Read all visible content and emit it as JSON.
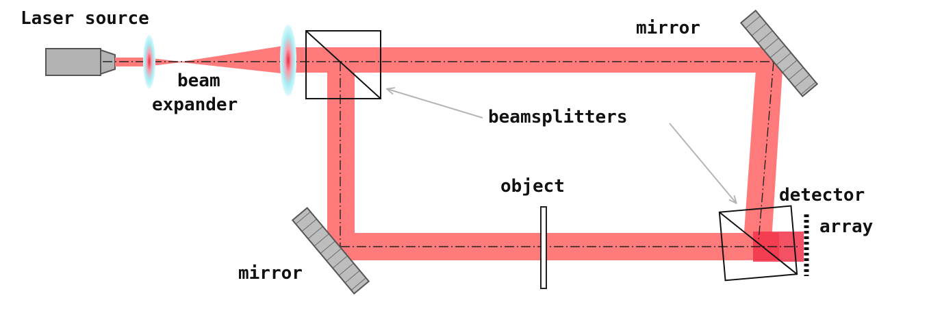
{
  "labels": {
    "laser_source": "Laser source",
    "beam_expander_line1": "beam",
    "beam_expander_line2": "expander",
    "mirror_top": "mirror",
    "beamsplitters": "beamsplitters",
    "object": "object",
    "detector_line1": "detector",
    "detector_line2": "array",
    "mirror_bottom": "mirror"
  },
  "colors": {
    "beam": "#ff7b7b",
    "beam_focus": "#e8283c",
    "lens_glow": "#a6eef5",
    "mirror_fill": "#bdbdbd",
    "laser_body": "#b3b3b3",
    "pointer_arrow": "#b5b5b5"
  }
}
